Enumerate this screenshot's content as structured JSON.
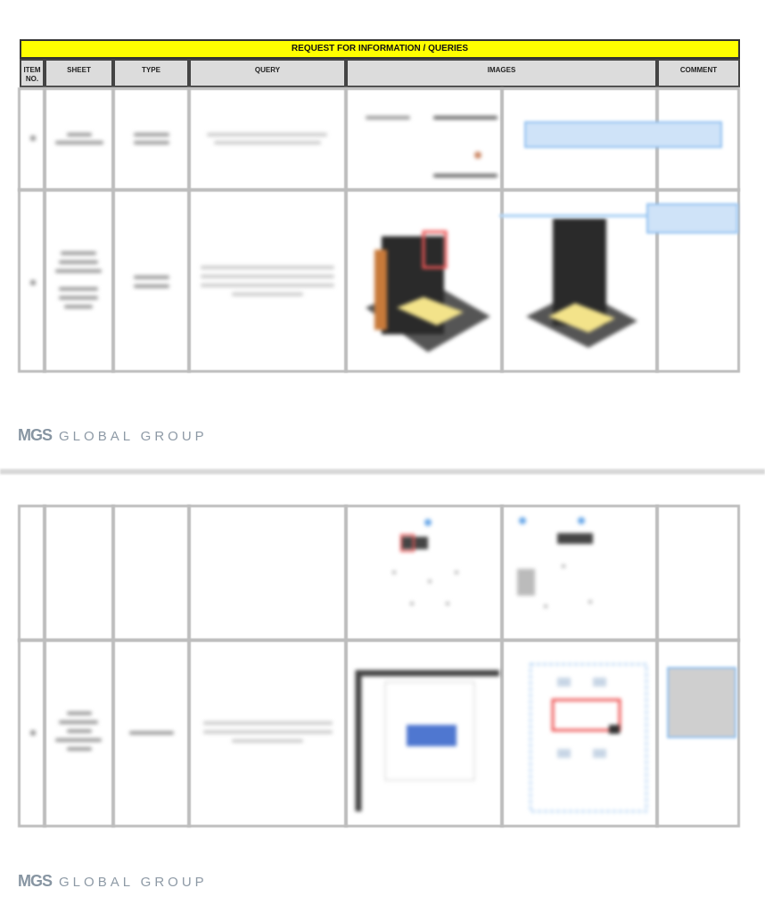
{
  "title": "REQUEST FOR INFORMATION / QUERIES",
  "columns": {
    "item": "ITEM NO.",
    "sheet": "SHEET",
    "type": "TYPE",
    "query": "QUERY",
    "images": "IMAGES",
    "comment": "COMMENT"
  },
  "logo": {
    "mark": "MGS",
    "text": "GLOBAL GROUP"
  }
}
